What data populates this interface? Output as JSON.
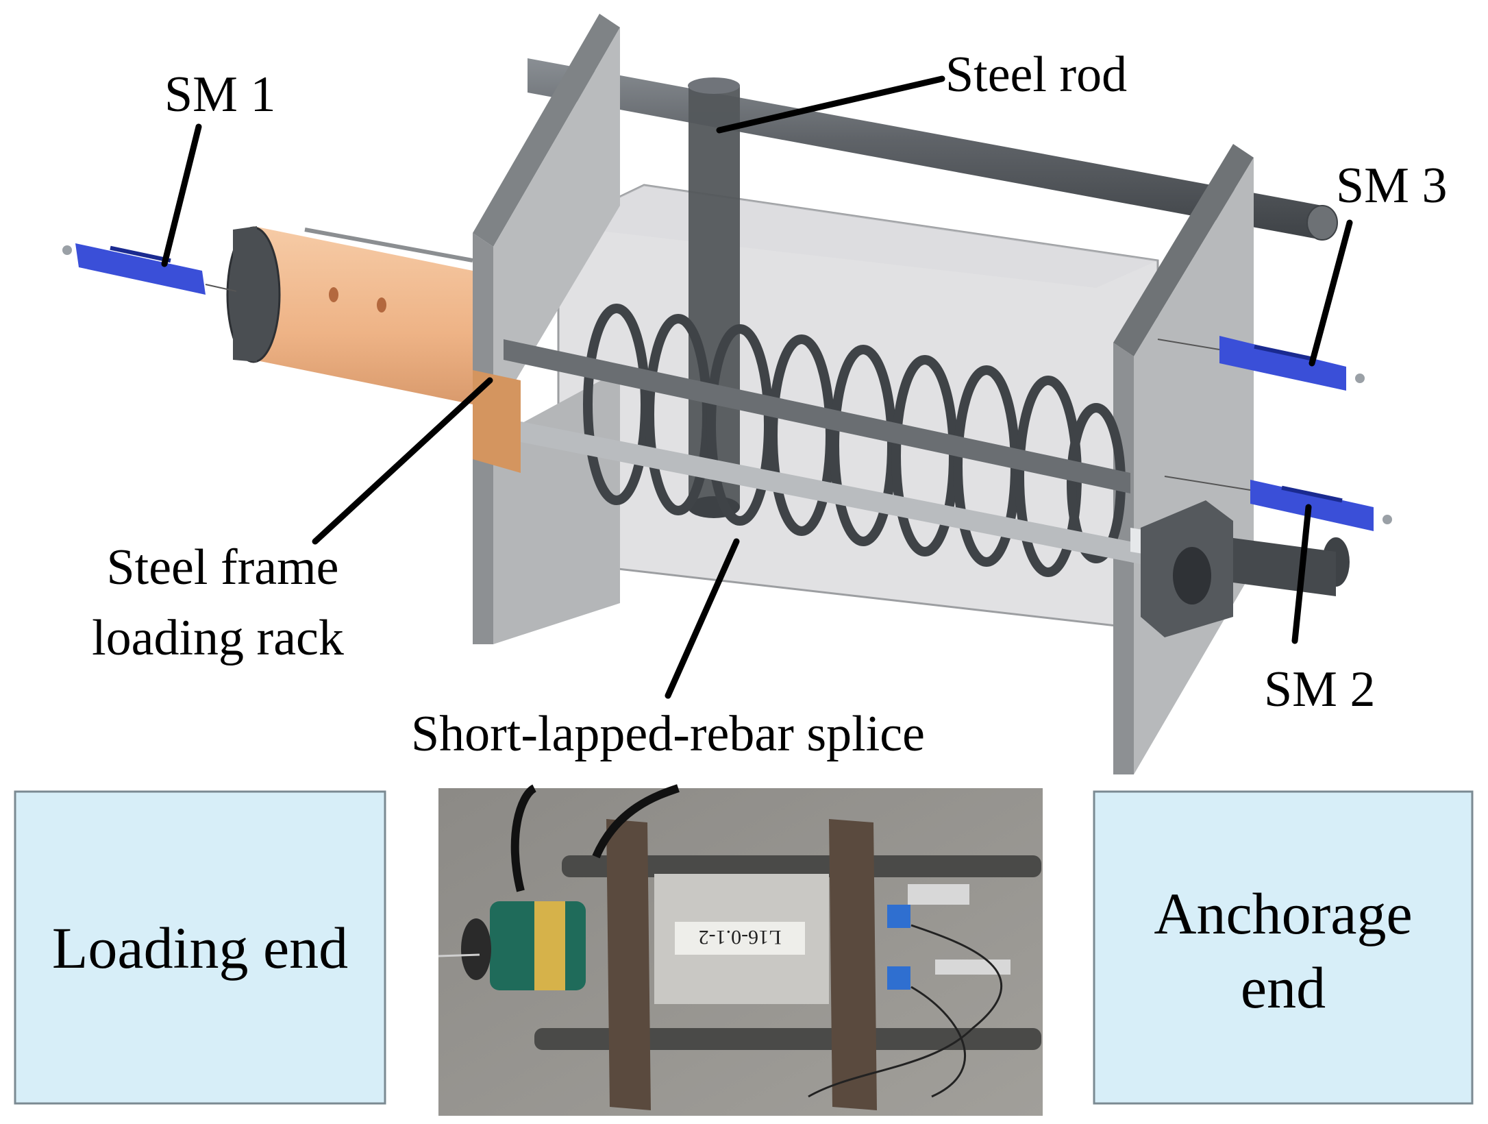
{
  "labels": {
    "sm1": "SM 1",
    "sm2": "SM 2",
    "sm3": "SM 3",
    "steel_rod": "Steel rod",
    "frame_line1": "Steel frame",
    "frame_line2": "loading rack",
    "splice": "Short-lapped-rebar splice"
  },
  "boxes": {
    "loading": "Loading end",
    "anchorage_line1": "Anchorage",
    "anchorage_line2": "end"
  },
  "photo": {
    "specimen_tag": "L16-0.1-2"
  },
  "colors": {
    "box_fill": "#d7eef8",
    "plate": "#a9a9a9",
    "rod": "#5b5f63",
    "sensor": "#3a4fd8",
    "jack_sleeve": "#f0b98d",
    "concrete_block": "#c8c9cc"
  }
}
